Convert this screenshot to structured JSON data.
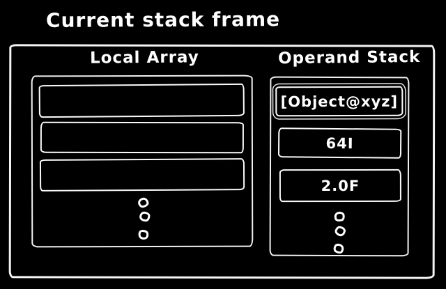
{
  "colors": {
    "background": "#000000",
    "stroke": "#ffffff"
  },
  "title": "Current stack frame",
  "frame": {
    "local_array": {
      "label": "Local Array",
      "slots": [
        "",
        "",
        ""
      ],
      "ellipsis_dot_count": 3
    },
    "operand_stack": {
      "label": "Operand Stack",
      "slots": [
        "[Object@xyz]",
        "64I",
        "2.0F"
      ],
      "ellipsis_dot_count": 3
    }
  }
}
